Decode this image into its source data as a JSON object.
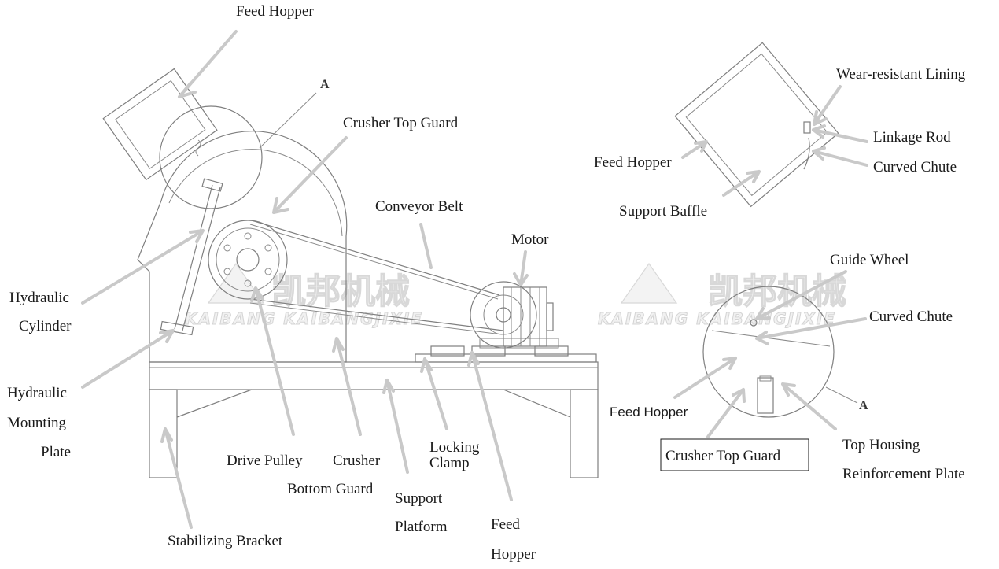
{
  "watermark": {
    "brand_cn": "凯邦机械",
    "brand_en": "KAIBANG KAIBANGJIXIE"
  },
  "colors": {
    "drawing_line": "#7f7f7f",
    "arrow": "#c9c9c9",
    "text": "#1a1a1a"
  },
  "main_view": {
    "section_mark": "A",
    "labels": {
      "feed_hopper_top": "Feed Hopper",
      "crusher_top_guard": "Crusher Top Guard",
      "conveyor_belt": "Conveyor Belt",
      "motor": "Motor",
      "hydraulic_cylinder_1": "Hydraulic",
      "hydraulic_cylinder_2": "Cylinder",
      "hydraulic_mounting_1": "Hydraulic",
      "hydraulic_mounting_2": "Mounting",
      "hydraulic_mounting_3": "Plate",
      "drive_pulley": "Drive Pulley",
      "crusher_bottom_guard_1": "Crusher",
      "crusher_bottom_guard_2": "Bottom Guard",
      "support_platform_1": "Support",
      "support_platform_2": "Platform",
      "locking_clamp_1": "Locking",
      "locking_clamp_2": "Clamp",
      "feed_hopper_bottom_1": "Feed",
      "feed_hopper_bottom_2": "Hopper",
      "stabilizing_bracket": "Stabilizing Bracket"
    }
  },
  "hopper_detail": {
    "labels": {
      "wear_resistant_lining": "Wear-resistant Lining",
      "linkage_rod": "Linkage Rod",
      "curved_chute": "Curved Chute",
      "feed_hopper": "Feed Hopper",
      "support_baffle": "Support Baffle"
    }
  },
  "circle_detail": {
    "section_mark": "A",
    "labels": {
      "guide_wheel": "Guide Wheel",
      "curved_chute": "Curved Chute",
      "feed_hopper": "Feed Hopper",
      "crusher_top_guard": "Crusher Top Guard",
      "top_housing_1": "Top Housing",
      "top_housing_2": "Reinforcement Plate"
    }
  }
}
